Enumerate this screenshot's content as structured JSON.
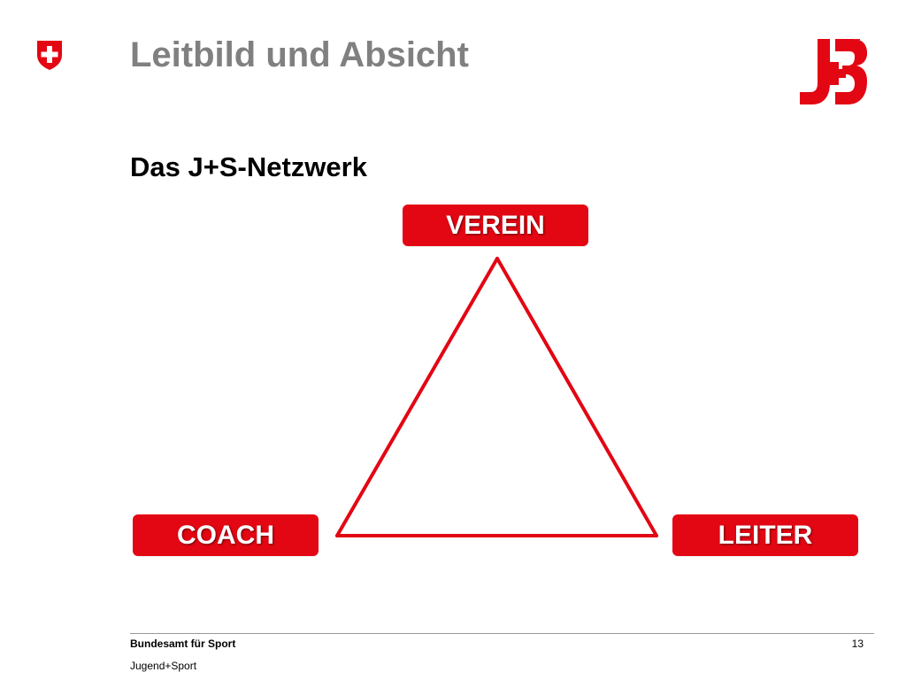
{
  "title": "Leitbild und Absicht",
  "subtitle": "Das J+S-Netzwerk",
  "colors": {
    "accent_red": "#e30613",
    "title_gray": "#808080"
  },
  "icons": {
    "emblem": "swiss-cross-shield-icon",
    "logo": "jugend-und-sport-logo"
  },
  "diagram": {
    "nodes": [
      {
        "id": "verein",
        "label": "VEREIN"
      },
      {
        "id": "coach",
        "label": "COACH"
      },
      {
        "id": "leiter",
        "label": "LEITER"
      }
    ],
    "connections": [
      [
        "verein",
        "coach"
      ],
      [
        "verein",
        "leiter"
      ],
      [
        "coach",
        "leiter"
      ]
    ]
  },
  "footer": {
    "organization": "Bundesamt für Sport",
    "department": "Jugend+Sport",
    "page_number": "13"
  }
}
